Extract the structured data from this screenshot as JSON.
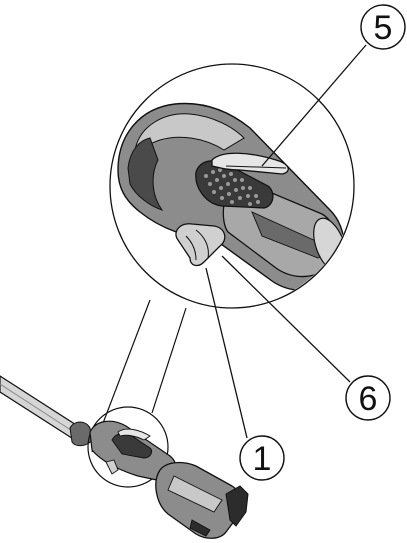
{
  "figure": {
    "callouts": [
      {
        "id": "callout-5",
        "label": "5"
      },
      {
        "id": "callout-6",
        "label": "6"
      },
      {
        "id": "callout-1",
        "label": "1"
      }
    ]
  },
  "colors": {
    "line": "#111111",
    "body_dark": "#4a4a4a",
    "body_mid": "#8c8c8c",
    "body_light": "#c8c8c8",
    "highlight": "#e6e6e6"
  }
}
